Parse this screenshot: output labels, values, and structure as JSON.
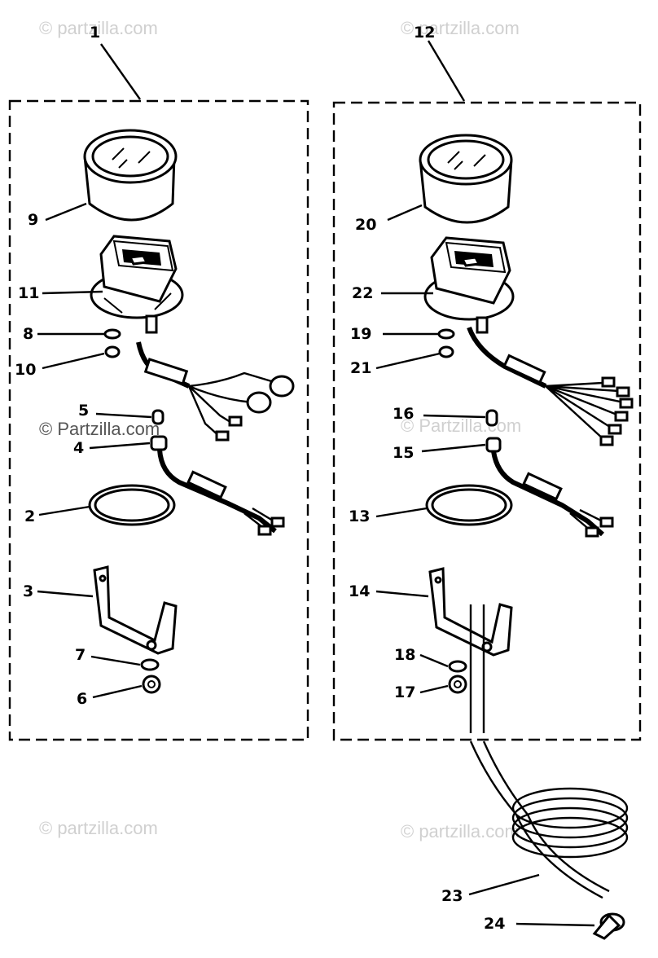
{
  "watermark": "© Partzilla.com",
  "watermark_lower": "© partzilla.com",
  "labels": {
    "l1": "1",
    "l2": "2",
    "l3": "3",
    "l4": "4",
    "l5": "5",
    "l6": "6",
    "l7": "7",
    "l8": "8",
    "l9": "9",
    "l10": "10",
    "l11": "11",
    "l12": "12",
    "l13": "13",
    "l14": "14",
    "l15": "15",
    "l16": "16",
    "l17": "17",
    "l18": "18",
    "l19": "19",
    "l20": "20",
    "l21": "21",
    "l22": "22",
    "l23": "23",
    "l24": "24"
  }
}
